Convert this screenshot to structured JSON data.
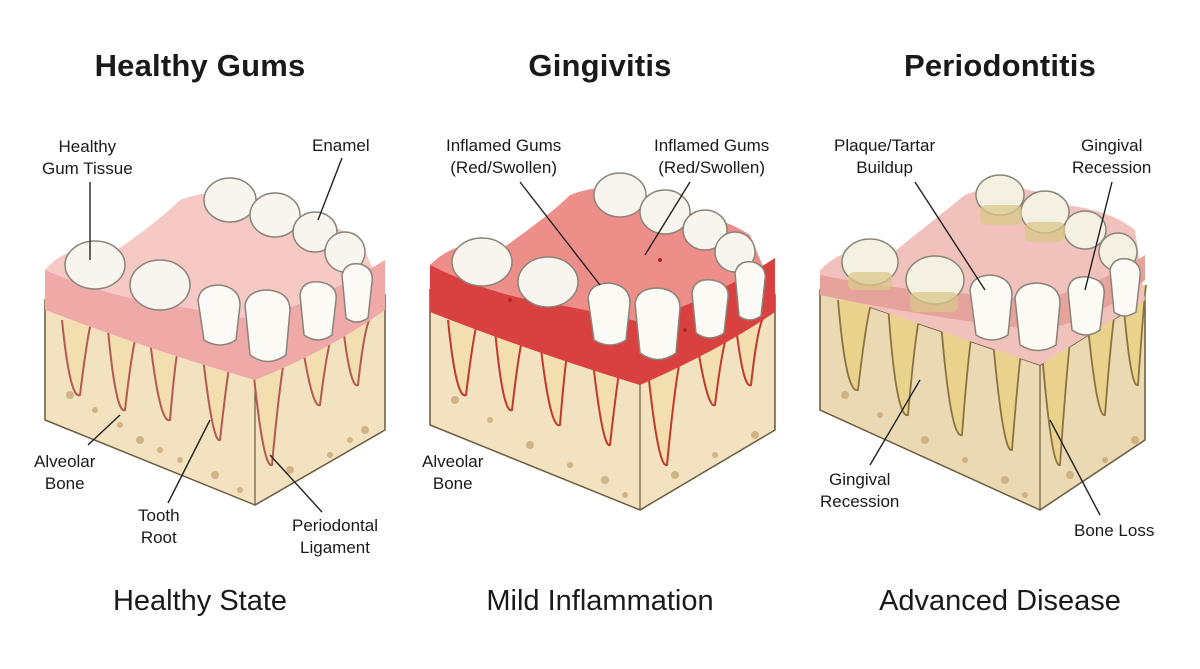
{
  "panels": [
    {
      "title": "Healthy Gums",
      "state": "Healthy State",
      "labels": {
        "gum_tissue": [
          "Healthy",
          "Gum Tissue"
        ],
        "enamel": [
          "Enamel"
        ],
        "alveolar_bone": [
          "Alveolar",
          "Bone"
        ],
        "tooth_root": [
          "Tooth",
          "Root"
        ],
        "periodontal_ligament": [
          "Periodontal",
          "Ligament"
        ]
      },
      "colors": {
        "gum": "#efaaa8",
        "gum_light": "#f6c9c5",
        "bone": "#f2e2bf",
        "tooth": "#f7f5ee"
      }
    },
    {
      "title": "Gingivitis",
      "state": "Mild Inflammation",
      "labels": {
        "inflamed_left": [
          "Inflamed Gums",
          "(Red/Swollen)"
        ],
        "inflamed_right": [
          "Inflamed Gums",
          "(Red/Swollen)"
        ],
        "alveolar_bone": [
          "Alveolar",
          "Bone"
        ]
      },
      "colors": {
        "gum": "#d8413f",
        "gum_light": "#ee8e88",
        "bone": "#f2e2bf",
        "tooth": "#f7f5ee"
      }
    },
    {
      "title": "Periodontitis",
      "state": "Advanced Disease",
      "labels": {
        "plaque": [
          "Plaque/Tartar",
          "Buildup"
        ],
        "recession_top": [
          "Gingival",
          "Recession"
        ],
        "recession_bottom": [
          "Gingival",
          "Recession"
        ],
        "bone_loss": [
          "Bone Loss"
        ]
      },
      "colors": {
        "gum": "#e6a39c",
        "gum_light": "#f0c2bb",
        "bone": "#ead9b2",
        "tooth": "#f5f1e2",
        "tartar": "#d9c88a"
      }
    }
  ]
}
